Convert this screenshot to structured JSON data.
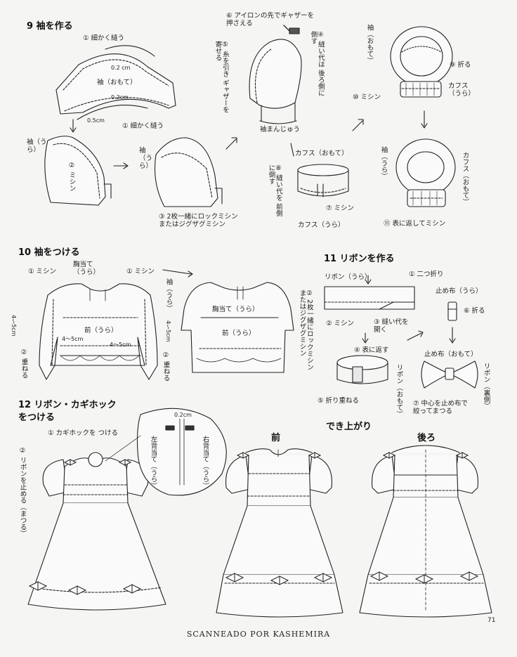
{
  "sections": {
    "s9": {
      "title": "9 袖を作る"
    },
    "s10": {
      "title": "10 袖をつける"
    },
    "s11": {
      "title": "11 リボンを作る"
    },
    "s12": {
      "title": "12 リボン・カギホック\nをつける"
    },
    "done": {
      "title": "でき上がり",
      "front": "前",
      "back": "後ろ"
    }
  },
  "step9": {
    "l1": "① 細かく縫う",
    "l2": "袖（おもて）",
    "m02a": "0.2 cm",
    "m02b": "0.2cm",
    "m05": "0.5cm",
    "l3": "① 細かく縫う",
    "sleeve_ura": "袖（うら）",
    "sewing2": "② ミシン",
    "sleeve_ura2": "袖（うら）",
    "l4": "③ 2枚一緒にロックミシン\nまたはジグザグミシン",
    "iron": "⑥ アイロンの先でギャザーを\n押さえる",
    "gather": "⑤ 糸を引き ギャザーを寄せる",
    "sew_back": "④ 縫い代は 後ろ側に倒す",
    "manju": "袖まんじゅう",
    "cuff_omote": "カフス（おもて）",
    "cuff_ura": "カフス（うら）",
    "seam_open": "⑧ 縫い代を 前側に倒す",
    "sew7": "⑦ ミシン",
    "sleeve_omote": "袖（おもて）",
    "fold9": "⑨ 折る",
    "cuff_ura2": "カフス（うら）",
    "sew10": "⑩ ミシン",
    "sleeve_ura3": "袖（うら）",
    "cuff_omote2": "カフス（おもて）",
    "sew11": "⑪ 表に返してミシン"
  },
  "step10": {
    "sew1a": "① ミシン",
    "yoke": "胸当て（うら）",
    "sew1b": "① ミシン",
    "sleeve": "袖（うら）",
    "front": "前（うら）",
    "m45a": "4～5cm",
    "m45b": "4～5cm",
    "m45c": "4～5cm",
    "m45d": "4～5cm",
    "layer2a": "② 重ねる",
    "layer2b": "② 重ねる",
    "yoke2": "胸当て（うら）",
    "front2": "前（うら）",
    "lock": "② 2枚一緒にロックミシン またはジグザグミシン"
  },
  "step11": {
    "ribbon_ura": "リボン（うら）",
    "fold1": "① 二つ折り",
    "sew2": "② ミシン",
    "open3": "③ 縫い代を 開く",
    "turn4": "④ 表に返す",
    "ribbon_omote": "リボン（おもて）",
    "overlap5": "⑤ 折り重ねる",
    "tie_ura": "止め布（うら）",
    "fold6": "⑥ 折る",
    "tie_omote": "止め布（おもて）",
    "ribbon_back": "リボン（裏側）",
    "center7": "⑦ 中心を止め布で 絞ってまつる"
  },
  "step12": {
    "hook": "① カギホックを つける",
    "m02": "0.2cm",
    "left_back": "左背当て（うら）",
    "right_back": "右背当て（うら）",
    "ribbon2": "② リボンを止める（まつる）"
  },
  "footer": "SCANNEADO POR KASHEMIRA",
  "page_number": "71"
}
